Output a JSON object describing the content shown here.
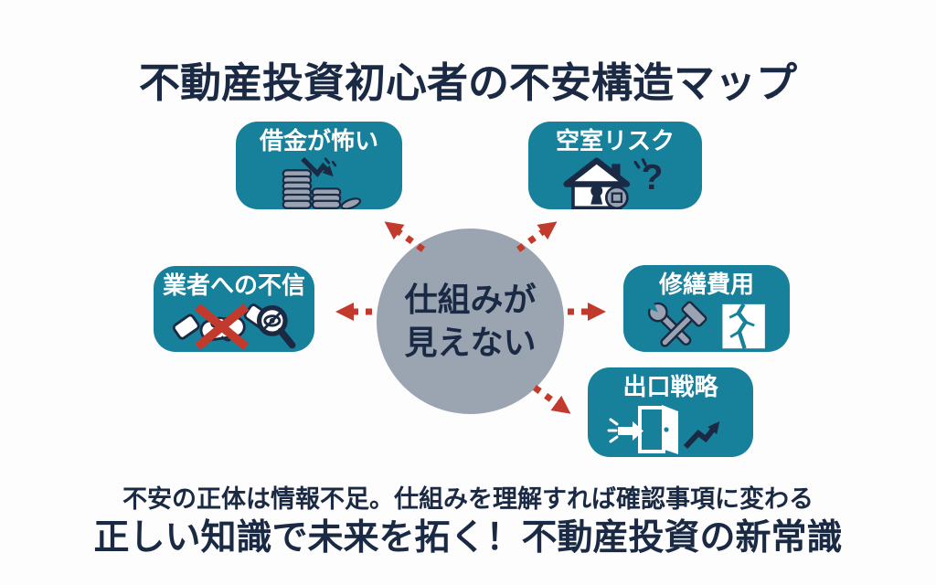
{
  "title": "不動産投資初心者の不安構造マップ",
  "center": {
    "line1": "仕組みが",
    "line2": "見えない"
  },
  "nodes": {
    "debt": {
      "label": "借金が怖い",
      "icon": "falling-coins-icon"
    },
    "vacancy": {
      "label": "空室リスク",
      "icon": "vacant-house-question-icon"
    },
    "distrust": {
      "label": "業者への不信",
      "icon": "broken-handshake-magnifier-icon"
    },
    "repair": {
      "label": "修繕費用",
      "icon": "crossed-tools-crack-icon"
    },
    "exit": {
      "label": "出口戦略",
      "icon": "exit-door-growth-icon"
    }
  },
  "icons": {
    "question_mark": "?"
  },
  "footer": {
    "line1": "不安の正体は情報不足。仕組みを理解すれば確認事項に変わる",
    "line2": "正しい知識で未来を拓く！不動産投資の新常識"
  },
  "colors": {
    "background": "#fdfdfd",
    "navy_text": "#1b2a44",
    "box_teal": "#17809a",
    "circle_gray": "#9ba4b1",
    "arrow_red": "#c23a2c",
    "icon_gray": "#9aa3b2",
    "white": "#ffffff"
  }
}
